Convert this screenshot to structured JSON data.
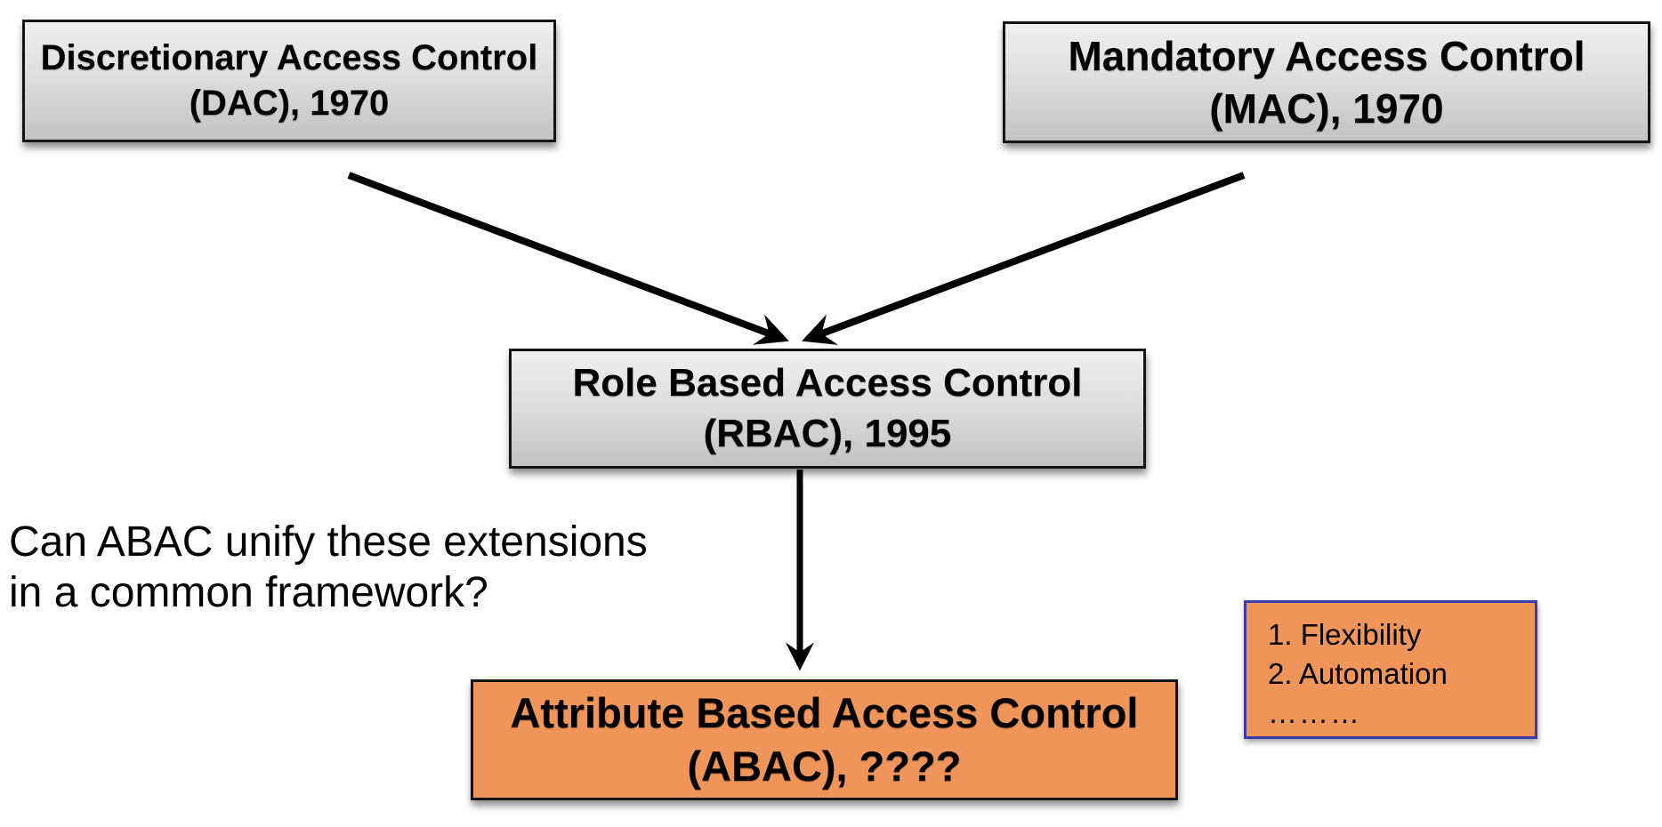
{
  "diagram": {
    "title_hint": "Evolution of access control models",
    "boxes": {
      "dac": {
        "line1": "Discretionary Access Control",
        "line2": "(DAC), 1970"
      },
      "mac": {
        "line1": "Mandatory Access Control",
        "line2": "(MAC), 1970"
      },
      "rbac": {
        "line1": "Role Based Access Control",
        "line2": "(RBAC), 1995"
      },
      "abac": {
        "line1": "Attribute Based Access Control",
        "line2": "(ABAC), ????"
      }
    },
    "question": {
      "line1": "Can ABAC unify these extensions",
      "line2": "in a common framework?"
    },
    "benefits": {
      "item1": "1. Flexibility",
      "item2": "2. Automation",
      "item3": "………"
    },
    "edges": [
      {
        "from": "dac",
        "to": "rbac"
      },
      {
        "from": "mac",
        "to": "rbac"
      },
      {
        "from": "rbac",
        "to": "abac"
      }
    ],
    "colors": {
      "gray_box_top": "#efefef",
      "gray_box_bottom": "#c2c2c3",
      "box_border": "#141414",
      "orange_fill": "#f0955a",
      "benefits_border": "#3c3cae",
      "arrow": "#000000",
      "background": "#ffffff"
    }
  }
}
